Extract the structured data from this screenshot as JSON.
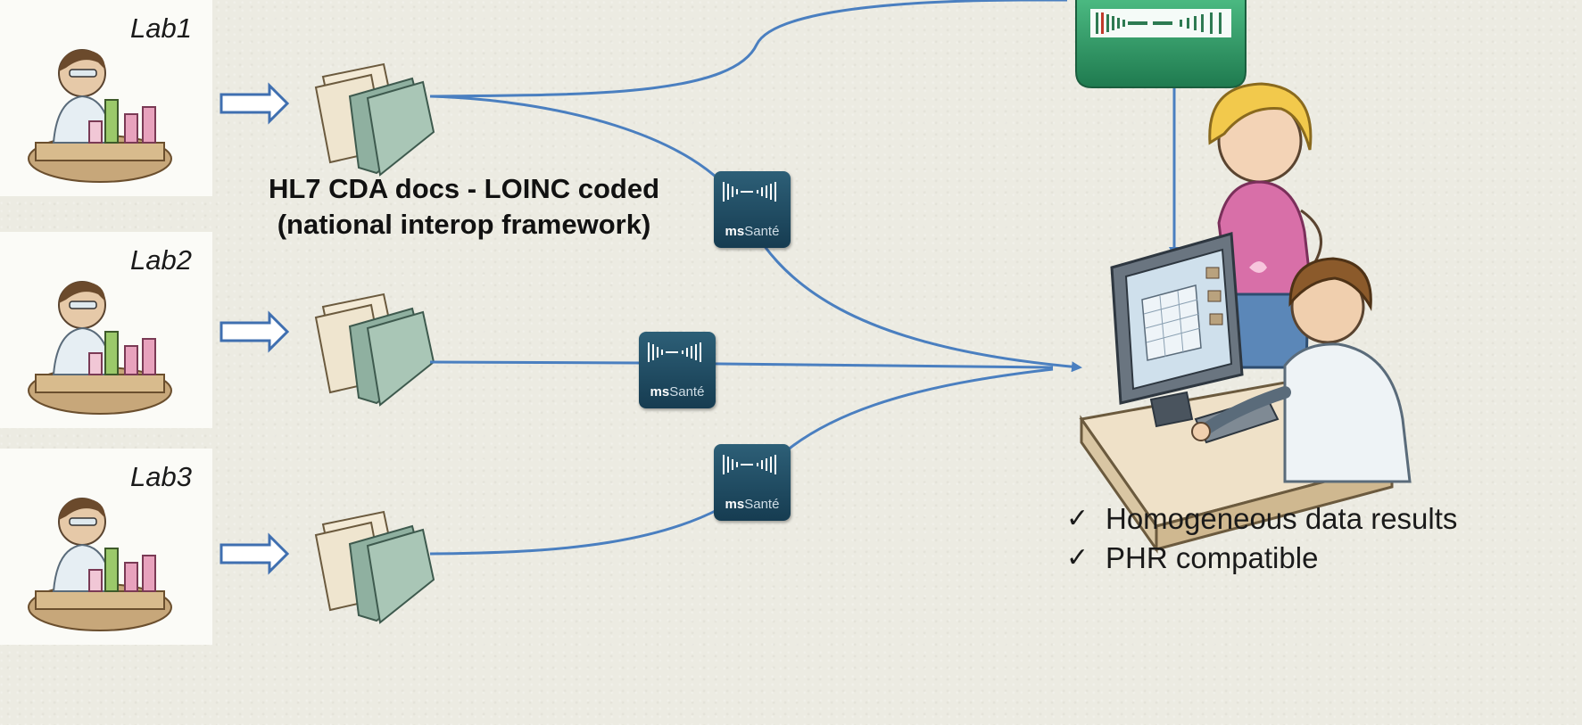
{
  "labs": [
    {
      "name": "Lab1"
    },
    {
      "name": "Lab2"
    },
    {
      "name": "Lab3"
    }
  ],
  "caption": {
    "line1": "HL7 CDA docs - LOINC coded",
    "line2": "(national interop framework)"
  },
  "badge": {
    "bold": "ms",
    "light": "Santé"
  },
  "benefits": [
    "Homogeneous data results",
    "PHR compatible"
  ],
  "colors": {
    "connector": "#4a7fc0",
    "arrow_outline": "#3f6fb0",
    "badge_bg": "#1f4a63",
    "app_tile": "#2e9a67"
  }
}
